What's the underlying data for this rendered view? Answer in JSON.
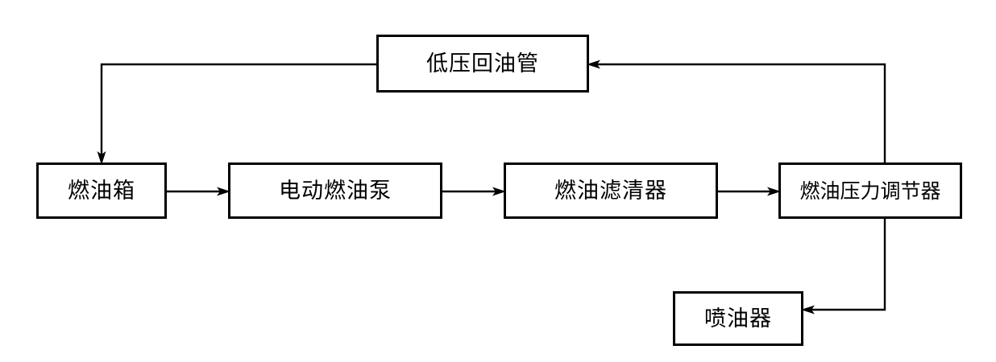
{
  "diagram": {
    "title": "",
    "type": "flowchart",
    "background_color": "#ffffff",
    "line_color": "#000000",
    "box_border_color": "#000000",
    "box_fill_color": "#ffffff",
    "nodes": [
      {
        "id": "return_pipe",
        "label": "低压回油管"
      },
      {
        "id": "fuel_tank",
        "label": "燃油箱"
      },
      {
        "id": "fuel_pump",
        "label": "电动燃油泵"
      },
      {
        "id": "fuel_filter",
        "label": "燃油滤清器"
      },
      {
        "id": "pressure_reg",
        "label": "燃油压力调节器"
      },
      {
        "id": "injector",
        "label": "喷油器"
      }
    ],
    "edges": [
      {
        "from": "return_pipe",
        "to": "fuel_tank",
        "arrow": "down"
      },
      {
        "from": "fuel_tank",
        "to": "fuel_pump",
        "arrow": "right"
      },
      {
        "from": "fuel_pump",
        "to": "fuel_filter",
        "arrow": "right"
      },
      {
        "from": "fuel_filter",
        "to": "pressure_reg",
        "arrow": "right"
      },
      {
        "from": "pressure_reg",
        "to": "return_pipe",
        "arrow": "left"
      },
      {
        "from": "pressure_reg",
        "to": "injector",
        "arrow": "left"
      }
    ]
  }
}
